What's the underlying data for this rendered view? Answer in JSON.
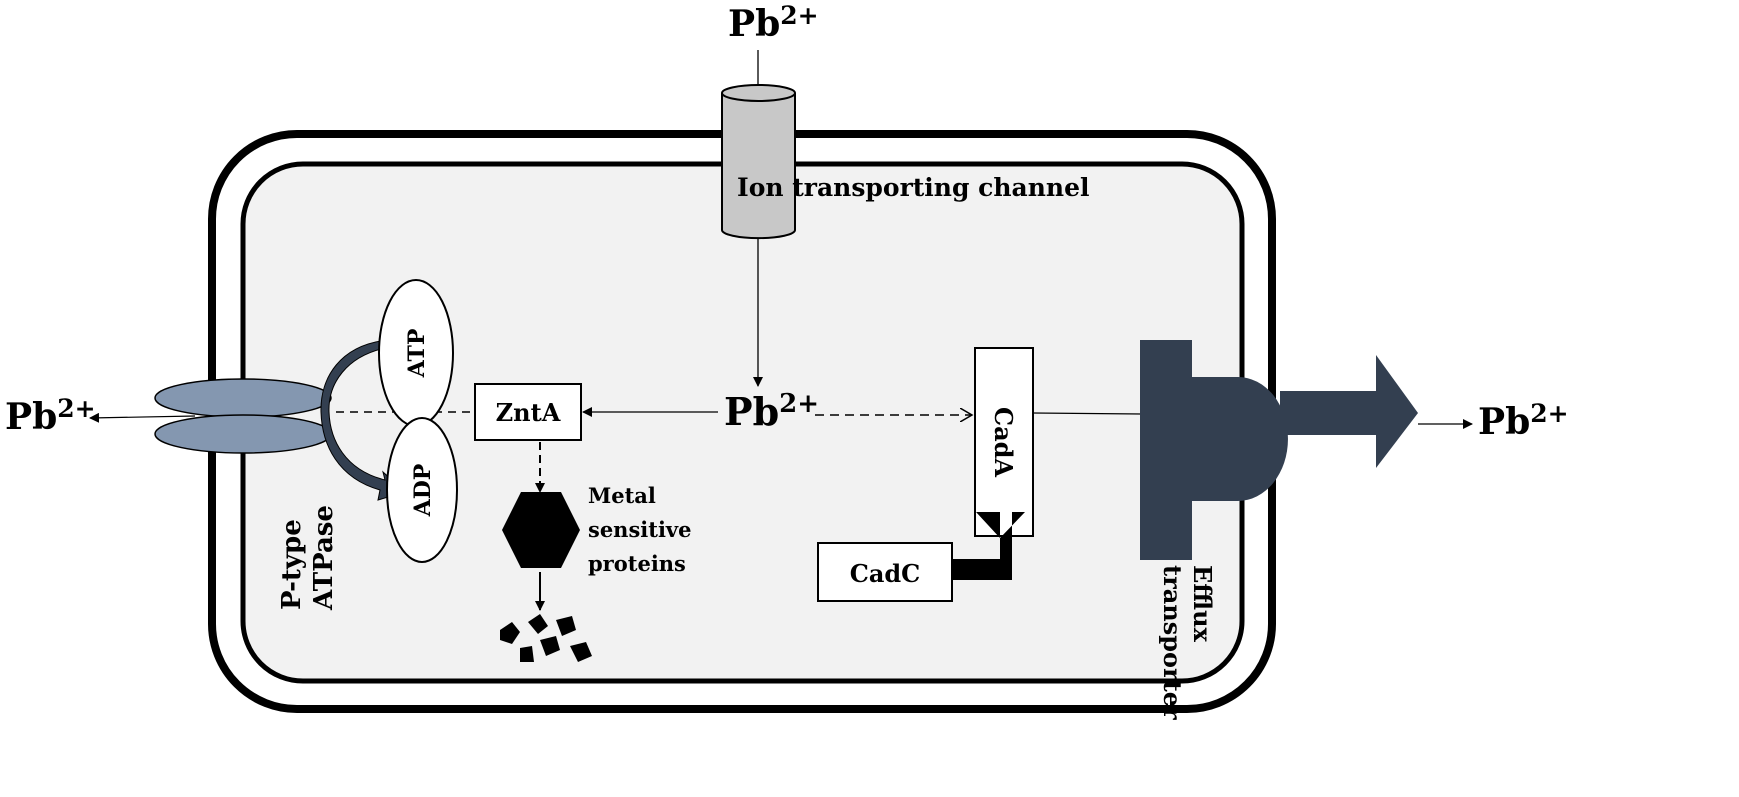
{
  "labels": {
    "ion_top": "Pb",
    "ion_charge": "2+",
    "ion_channel": "Ion transporting channel",
    "center_ion": "Pb",
    "left_ion": "Pb",
    "right_ion": "Pb",
    "atp": "ATP",
    "adp": "ADP",
    "ptype_line1": "P-type",
    "ptype_line2": "ATPase",
    "znta": "ZntA",
    "metal_line1": "Metal",
    "metal_line2": "sensitive",
    "metal_line3": "proteins",
    "cada": "CadA",
    "cadc": "CadC",
    "efflux_line1": "Efflux",
    "efflux_line2": "transporter"
  },
  "colors": {
    "cytoplasm": "#f2f2f2",
    "channel": "#c8c8c8",
    "atpase": "#8497b0",
    "efflux": "#333f50"
  }
}
